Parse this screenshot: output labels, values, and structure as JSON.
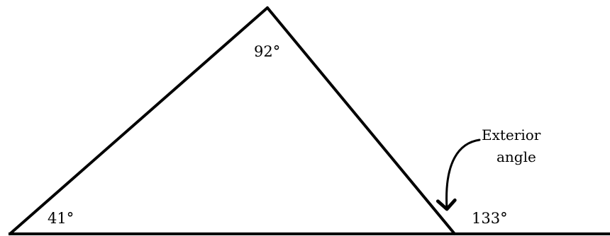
{
  "diagram": {
    "angles": {
      "top": "92°",
      "bottom_left": "41°",
      "exterior": "133°"
    },
    "annotation": {
      "line1": "Exterior",
      "line2": "angle"
    },
    "colors": {
      "stroke": "#000000",
      "background": "#ffffff"
    }
  }
}
